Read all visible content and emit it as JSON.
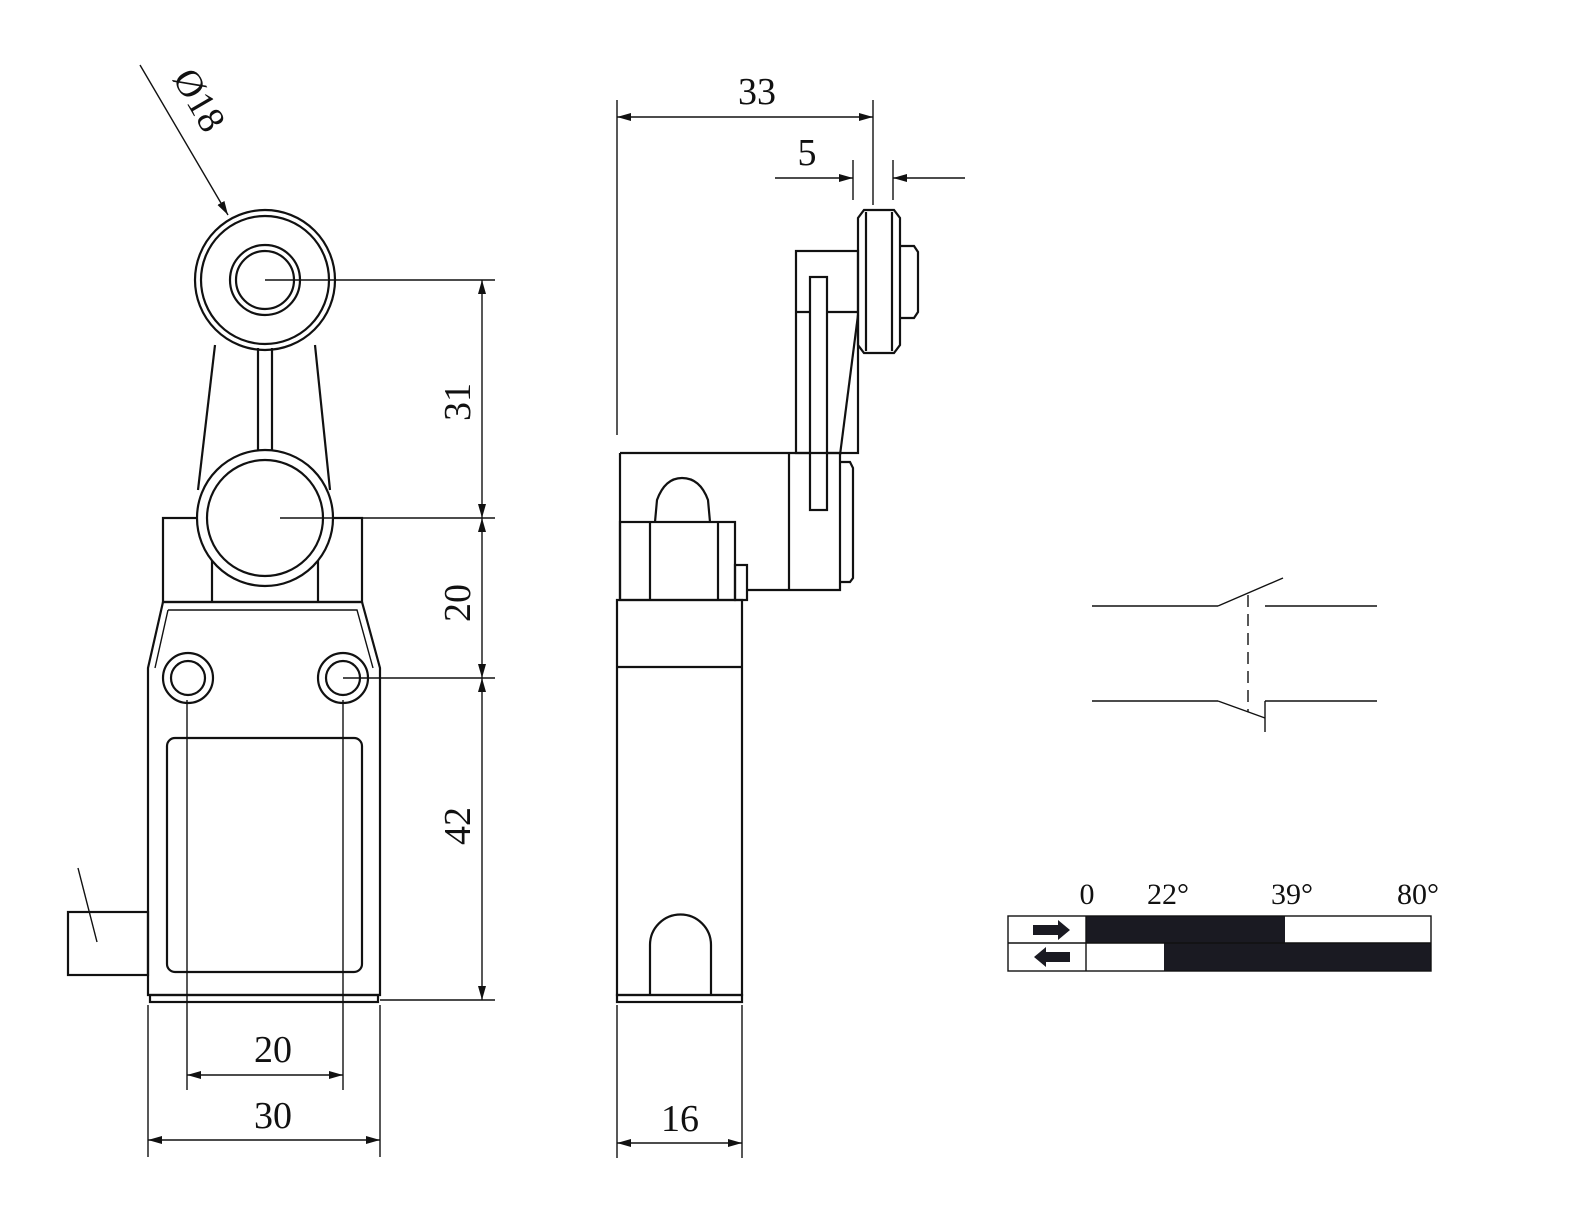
{
  "front_view": {
    "roller_diameter": "Ø18",
    "dim_lever": "31",
    "dim_head": "20",
    "dim_body": "42",
    "dim_hole_spacing": "20",
    "dim_width": "30"
  },
  "side_view": {
    "dim_depth_total": "33",
    "dim_roller_width": "5",
    "dim_body_depth": "16"
  },
  "switching_diagram": {
    "angles": [
      "0",
      "22°",
      "39°",
      "80°"
    ],
    "rows": [
      {
        "direction": "forward",
        "icon": "arrow-right-icon",
        "closed_range": [
          0,
          39
        ],
        "open_range": [
          39,
          80
        ]
      },
      {
        "direction": "return",
        "icon": "arrow-left-icon",
        "closed_range": [
          22,
          80
        ],
        "open_range": [
          0,
          22
        ]
      }
    ],
    "fill_color": "#1a1a22"
  }
}
